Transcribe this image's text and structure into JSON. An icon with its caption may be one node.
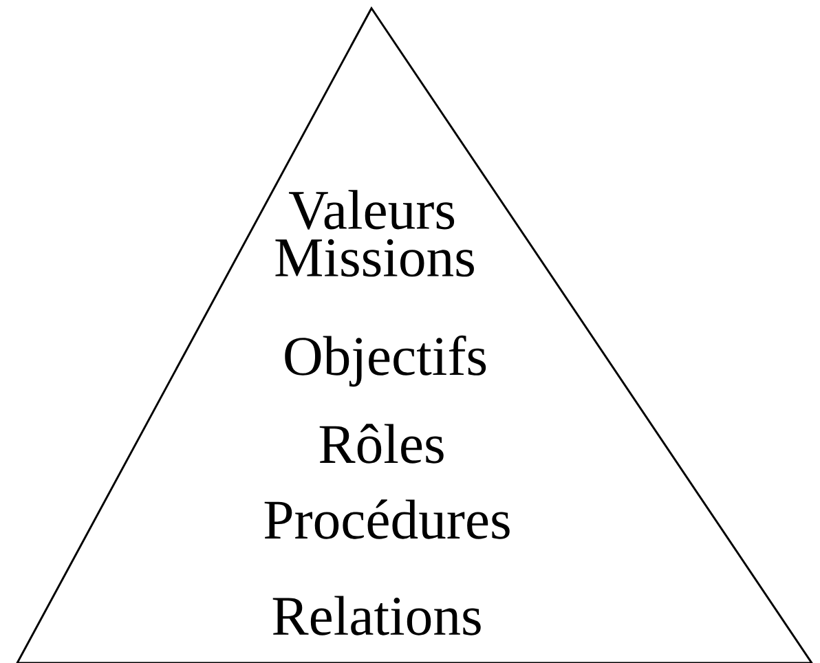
{
  "diagram": {
    "nodes": [
      {
        "text": [
          "Valeurs",
          "Missions",
          "Objectifs",
          "Rôles",
          "Procédures",
          "Relations"
        ]
      }
    ]
  }
}
